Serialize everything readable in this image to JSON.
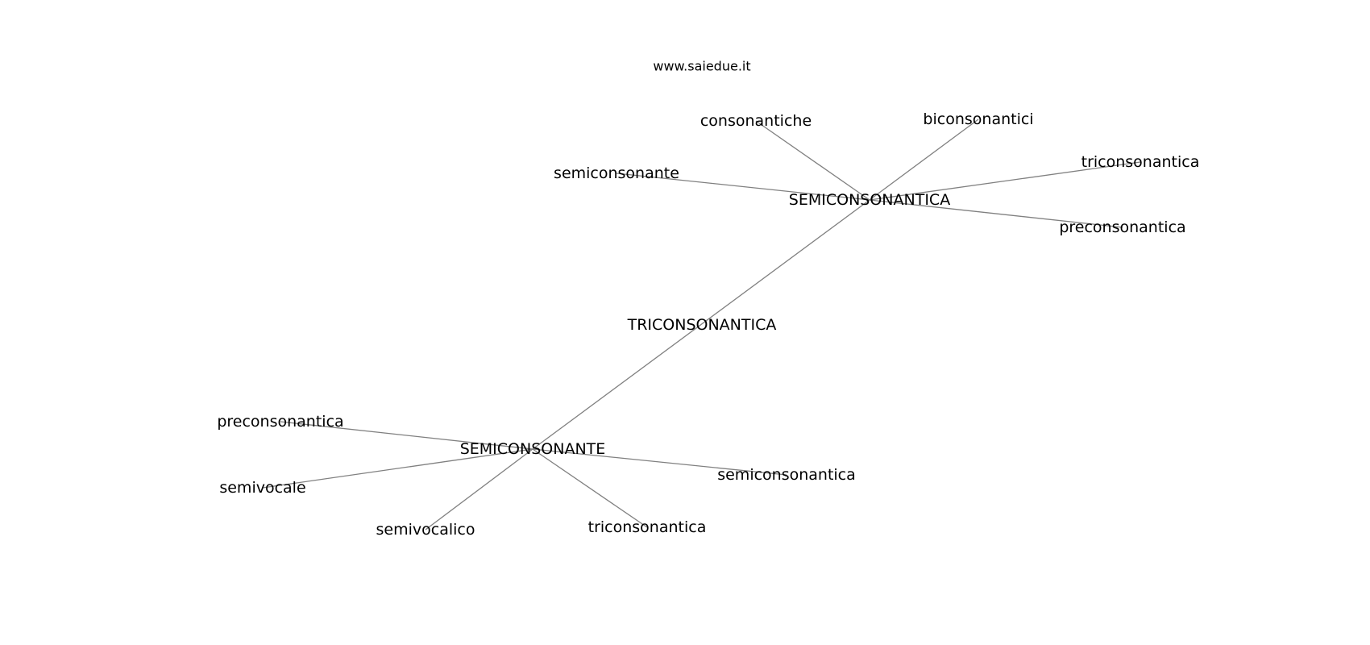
{
  "site_label": "www.saiedue.it",
  "graph": {
    "nodes": [
      {
        "id": "center",
        "label": "TRICONSONANTICA"
      },
      {
        "id": "hub-a",
        "label": "SEMICONSONANTICA"
      },
      {
        "id": "hub-b",
        "label": "SEMICONSONANTE"
      },
      {
        "id": "a1",
        "label": "consonantiche"
      },
      {
        "id": "a2",
        "label": "biconsonantici"
      },
      {
        "id": "a3",
        "label": "semiconsonante"
      },
      {
        "id": "a4",
        "label": "triconsonantica"
      },
      {
        "id": "a5",
        "label": "preconsonantica"
      },
      {
        "id": "b1",
        "label": "preconsonantica"
      },
      {
        "id": "b2",
        "label": "semivocale"
      },
      {
        "id": "b3",
        "label": "semivocalico"
      },
      {
        "id": "b4",
        "label": "triconsonantica"
      },
      {
        "id": "b5",
        "label": "semiconsonantica"
      }
    ],
    "edges": [
      [
        "hub-a",
        "hub-b"
      ],
      [
        "hub-a",
        "a1"
      ],
      [
        "hub-a",
        "a2"
      ],
      [
        "hub-a",
        "a3"
      ],
      [
        "hub-a",
        "a4"
      ],
      [
        "hub-a",
        "a5"
      ],
      [
        "hub-b",
        "b1"
      ],
      [
        "hub-b",
        "b2"
      ],
      [
        "hub-b",
        "b3"
      ],
      [
        "hub-b",
        "b4"
      ],
      [
        "hub-b",
        "b5"
      ]
    ]
  },
  "colors": {
    "edge": "#808080",
    "text": "#000000",
    "background": "#ffffff"
  }
}
